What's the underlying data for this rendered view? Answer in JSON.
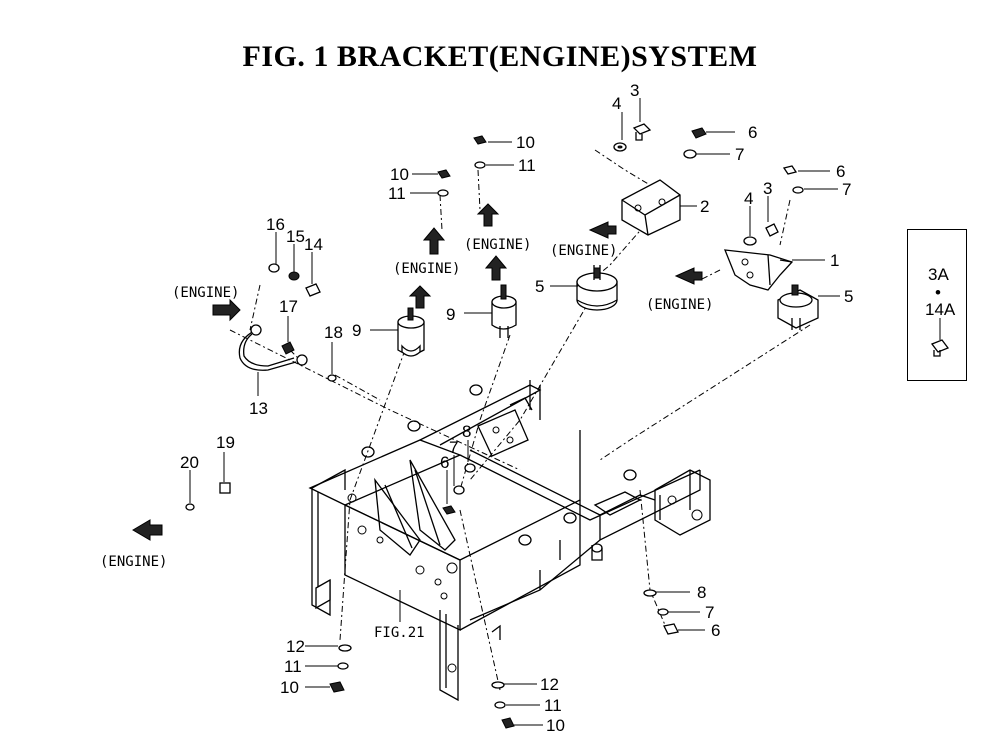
{
  "title": "FIG. 1  BRACKET(ENGINE)SYSTEM",
  "engine_label": "(ENGINE)",
  "fig_ref": "FIG.21",
  "callouts": {
    "c1": "1",
    "c2": "2",
    "c3a": "3",
    "c3b": "3",
    "c4a": "4",
    "c4b": "4",
    "c5a": "5",
    "c5b": "5",
    "c6a": "6",
    "c6b": "6",
    "c6c": "6",
    "c6d": "6",
    "c7a": "7",
    "c7b": "7",
    "c7c": "7",
    "c7d": "7",
    "c8a": "8",
    "c8b": "8",
    "c9a": "9",
    "c9b": "9",
    "c10a": "10",
    "c10b": "10",
    "c10c": "10",
    "c10d": "10",
    "c11a": "11",
    "c11b": "11",
    "c11c": "11",
    "c11d": "11",
    "c12a": "12",
    "c12b": "12",
    "c13": "13",
    "c14": "14",
    "c15": "15",
    "c16": "16",
    "c17": "17",
    "c18": "18",
    "c19": "19",
    "c20": "20"
  },
  "inset": {
    "top": "3A",
    "dot": "•",
    "bottom": "14A"
  }
}
